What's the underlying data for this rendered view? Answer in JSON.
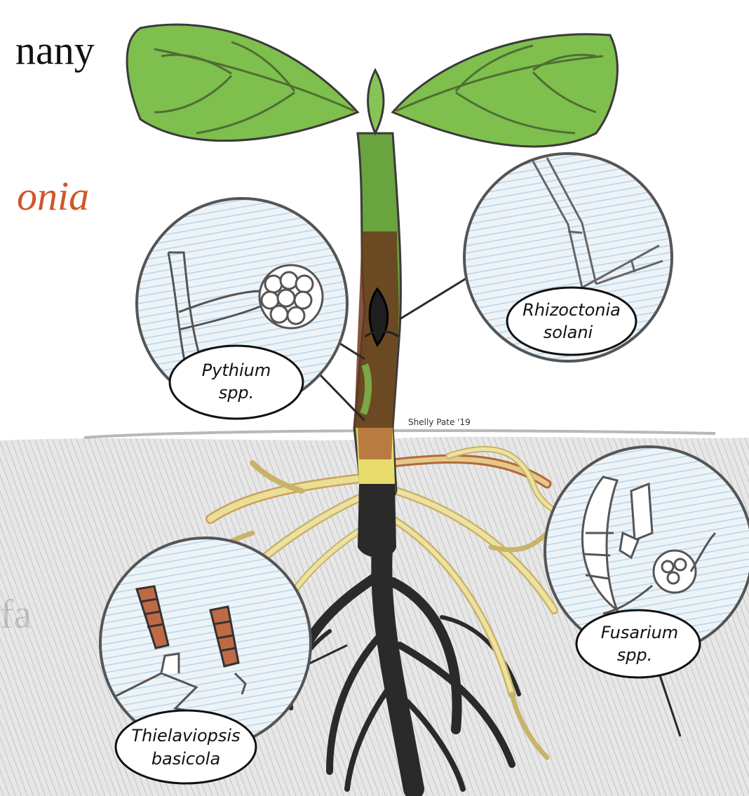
{
  "slide_text": {
    "line1": "nany",
    "line2": "onia",
    "line3": "fa"
  },
  "signature": "Shelly Pate '19",
  "pathogens": [
    {
      "name": "pythium",
      "line1": "Pythium",
      "line2": "spp."
    },
    {
      "name": "rhizoctonia",
      "line1": "Rhizoctonia",
      "line2": "solani"
    },
    {
      "name": "fusarium",
      "line1": "Fusarium",
      "line2": "spp."
    },
    {
      "name": "thielaviopsis",
      "line1": "Thielaviopsis",
      "line2": "basicola"
    }
  ],
  "colors": {
    "leaf": "#7fbf4d",
    "stem_green": "#6aa43e",
    "stem_brown": "#6b3a1f",
    "root_yellow": "#e9e08a",
    "root_black": "#2a2a2a",
    "soil": "#d8d8d8",
    "water": "#a9cfe8",
    "accent_text": "#d2552a"
  }
}
